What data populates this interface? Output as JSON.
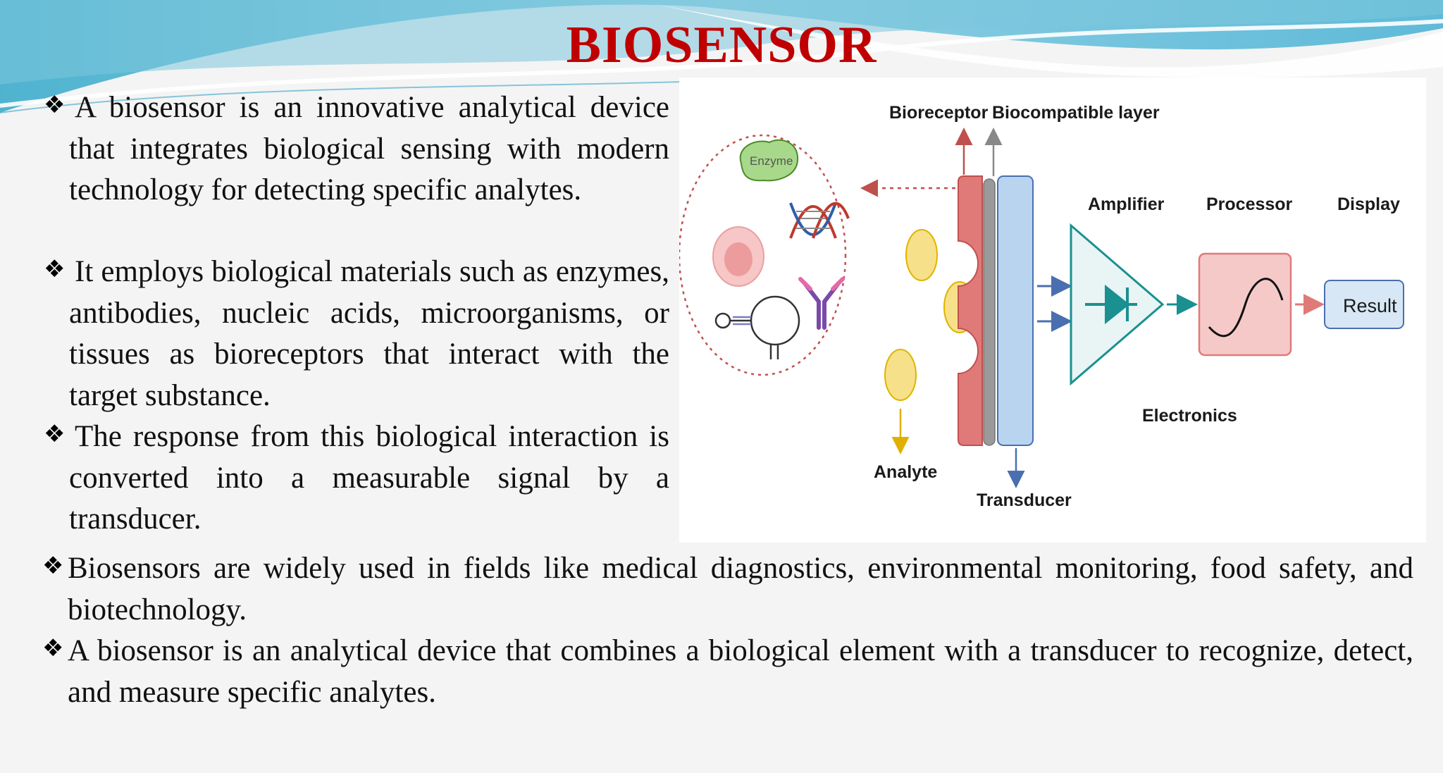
{
  "slide": {
    "title": "BIOSENSOR",
    "bullet_symbol": "❖",
    "bullets": [
      "A biosensor is an innovative analytical device that integrates biological sensing with modern technology for detecting specific analytes.",
      "It employs biological materials such as enzymes, antibodies, nucleic acids, microorganisms, or tissues as bioreceptors that interact with the target substance.",
      "The response from this biological interaction is converted into a measurable signal by a transducer.",
      "Biosensors are widely used in fields like medical diagnostics, environmental monitoring, food safety, and biotechnology.",
      "A biosensor is an analytical device that combines a biological element with a transducer to recognize, detect, and measure specific analytes."
    ]
  },
  "diagram": {
    "labels": {
      "bioreceptor": "Bioreceptor",
      "biocompatible_layer": "Biocompatible layer",
      "amplifier": "Amplifier",
      "processor": "Processor",
      "display": "Display",
      "result": "Result",
      "electronics": "Electronics",
      "analyte": "Analyte",
      "transducer": "Transducer",
      "enzyme": "Enzyme"
    },
    "colors": {
      "bioreceptor_layer": "#e07a78",
      "biocompatible_layer": "#9a9a9a",
      "transducer_layer": "#b9d4ef",
      "amplifier": "#1a9090",
      "processor": "#f6c9c9",
      "result": "#d7e7f5",
      "analyte": "#f7e08a",
      "title": "#c00000"
    }
  }
}
